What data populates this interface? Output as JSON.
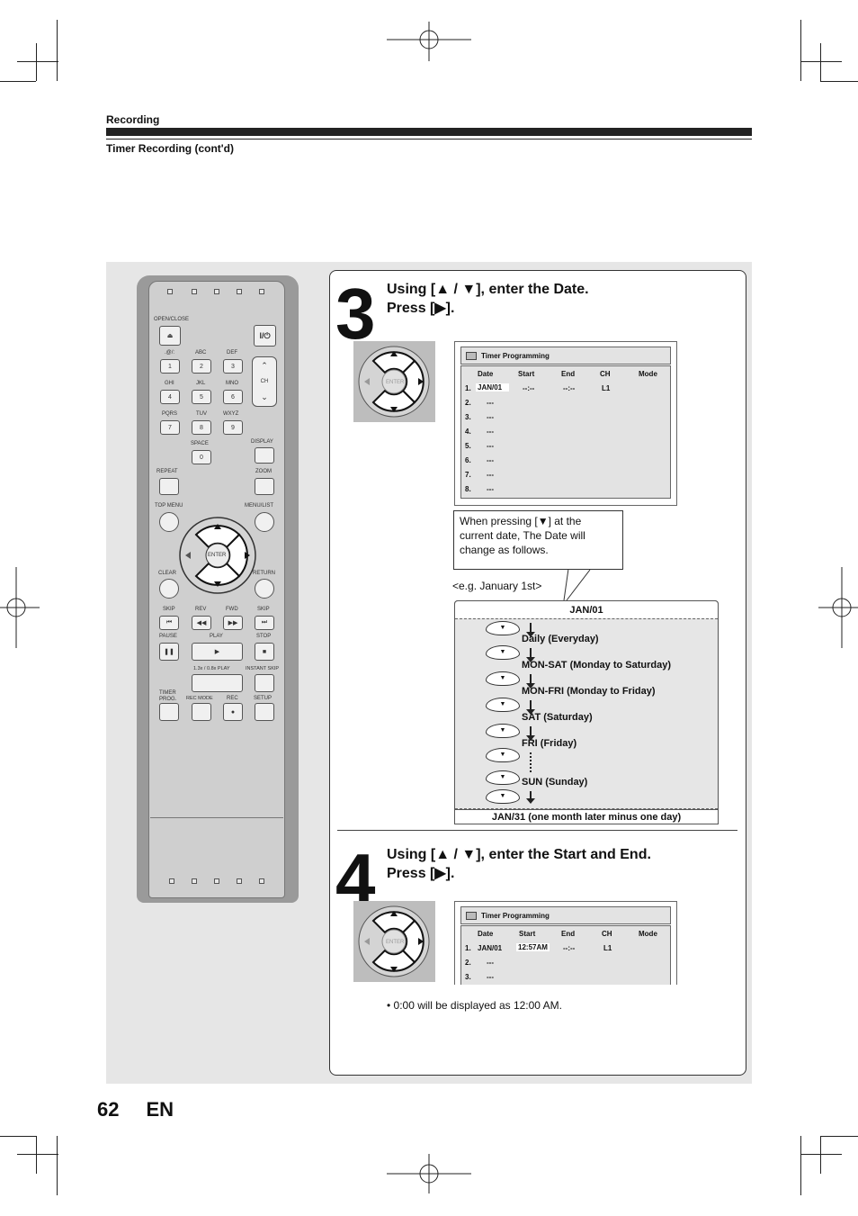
{
  "header": {
    "section": "Recording",
    "subsection": "Timer Recording (cont'd)"
  },
  "page": {
    "number": "62",
    "lang": "EN"
  },
  "remote": {
    "open_close": "OPEN/CLOSE",
    "power": "I/⏻",
    "keys": [
      {
        "label": ".@/:",
        "num": "1"
      },
      {
        "label": "ABC",
        "num": "2"
      },
      {
        "label": "DEF",
        "num": "3"
      },
      {
        "label": "GHI",
        "num": "4"
      },
      {
        "label": "JKL",
        "num": "5"
      },
      {
        "label": "MNO",
        "num": "6"
      },
      {
        "label": "PQRS",
        "num": "7"
      },
      {
        "label": "TUV",
        "num": "8"
      },
      {
        "label": "WXYZ",
        "num": "9"
      },
      {
        "label": "SPACE",
        "num": "0"
      }
    ],
    "ch": "CH",
    "display": "DISPLAY",
    "repeat": "REPEAT",
    "zoom": "ZOOM",
    "top_menu": "TOP MENU",
    "menu_list": "MENU/LIST",
    "enter": "ENTER",
    "clear": "CLEAR",
    "return": "RETURN",
    "skip_back": "SKIP",
    "rev": "REV",
    "fwd": "FWD",
    "skip_fwd": "SKIP",
    "pause": "PAUSE",
    "play": "PLAY",
    "stop": "STOP",
    "speed_play": "1.3x / 0.8x PLAY",
    "instant_skip": "INSTANT SKIP",
    "timer_prog": "TIMER PROG.",
    "rec_mode": "REC MODE",
    "rec": "REC",
    "setup": "SETUP"
  },
  "step3": {
    "number": "3",
    "line1": "Using [▲ / ▼], enter the Date.",
    "line2": "Press [▶].",
    "dpad_enter": "ENTER",
    "screen": {
      "title": "Timer Programming",
      "columns": [
        "Date",
        "Start",
        "End",
        "CH",
        "Mode"
      ],
      "row1": {
        "idx": "1.",
        "date": "JAN/01",
        "start": "--:--",
        "end": "--:--",
        "ch": "L1"
      },
      "rows": [
        {
          "idx": "2.",
          "date": "---"
        },
        {
          "idx": "3.",
          "date": "---"
        },
        {
          "idx": "4.",
          "date": "---"
        },
        {
          "idx": "5.",
          "date": "---"
        },
        {
          "idx": "6.",
          "date": "---"
        },
        {
          "idx": "7.",
          "date": "---"
        },
        {
          "idx": "8.",
          "date": "---"
        }
      ]
    },
    "callout": "When pressing [▼] at the current date, The Date will change as follows.",
    "example": "<e.g. January 1st>",
    "sequence": {
      "start": "JAN/01",
      "items": [
        "Daily (Everyday)",
        "MON-SAT (Monday to Saturday)",
        "MON-FRI (Monday to Friday)",
        "SAT (Saturday)",
        "FRI (Friday)",
        "SUN (Sunday)"
      ],
      "end": "JAN/31 (one month later minus one day)",
      "key_glyph": "▼"
    }
  },
  "step4": {
    "number": "4",
    "line1": "Using [▲ / ▼], enter the Start and End.",
    "line2": "Press [▶].",
    "dpad_enter": "ENTER",
    "screen": {
      "title": "Timer Programming",
      "columns": [
        "Date",
        "Start",
        "End",
        "CH",
        "Mode"
      ],
      "row1": {
        "idx": "1.",
        "date": "JAN/01",
        "start": "12:57AM",
        "end": "--:--",
        "ch": "L1"
      },
      "rows": [
        {
          "idx": "2.",
          "date": "---"
        },
        {
          "idx": "3.",
          "date": "---"
        }
      ]
    },
    "note": "• 0:00 will be displayed as 12:00 AM."
  }
}
